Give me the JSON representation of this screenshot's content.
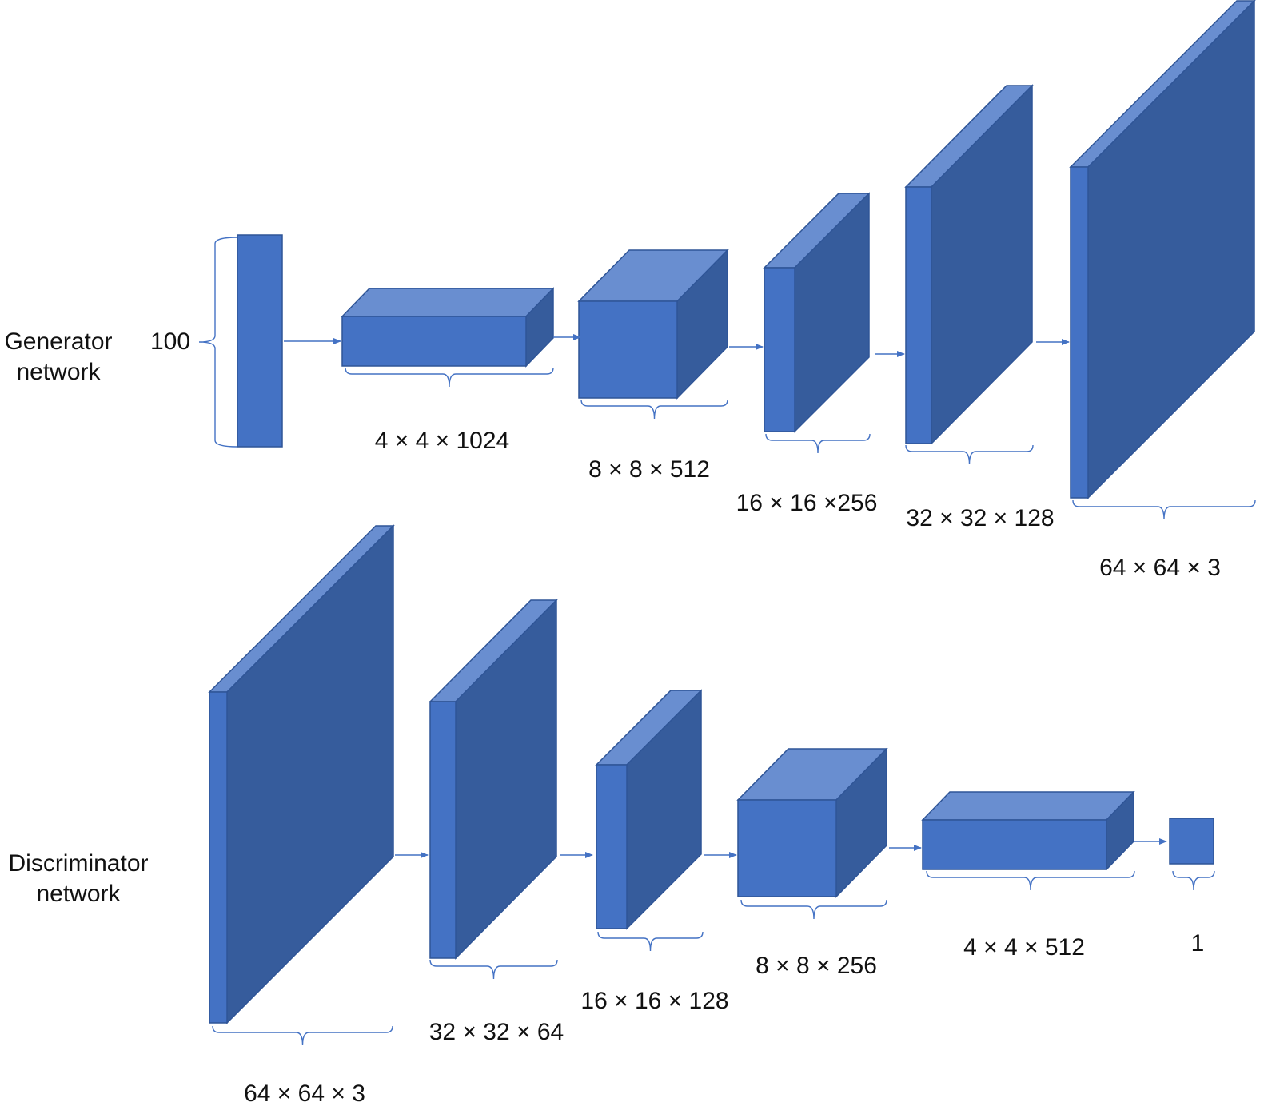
{
  "generator": {
    "label_line1": "Generator",
    "label_line2": "network",
    "input_size": "100",
    "layers": [
      {
        "size": "4 × 4 × 1024"
      },
      {
        "size": "8 × 8 × 512"
      },
      {
        "size": "16 × 16 ×256"
      },
      {
        "size": "32 × 32 × 128"
      },
      {
        "size": "64 × 64 × 3"
      }
    ]
  },
  "discriminator": {
    "label_line1": "Discriminator",
    "label_line2": "network",
    "layers": [
      {
        "size": "64 × 64 × 3"
      },
      {
        "size": "32 × 32 × 64"
      },
      {
        "size": "16 × 16 × 128"
      },
      {
        "size": "8 × 8 × 256"
      },
      {
        "size": "4 × 4 × 512"
      },
      {
        "size": "1"
      }
    ]
  },
  "colors": {
    "front": "#4472c4",
    "top": "#698ed0",
    "side": "#365c9c",
    "stroke": "#2f5597",
    "connector": "#4472c4"
  }
}
